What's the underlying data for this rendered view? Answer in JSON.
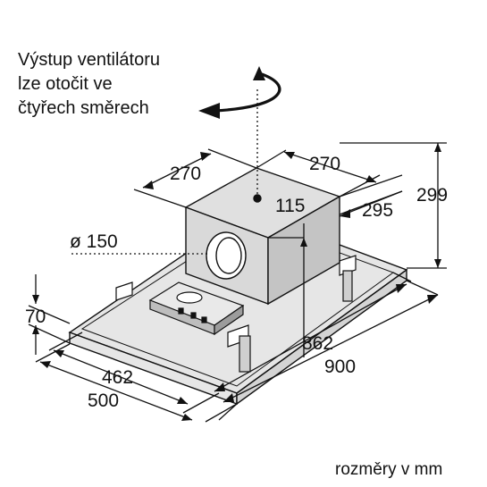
{
  "note": {
    "lines": [
      "Výstup ventilátoru",
      "lze otočit ve",
      "čtyřech směrech"
    ]
  },
  "dimensions": {
    "chimney_width": "270",
    "chimney_depth": "270",
    "chimney_height": "299",
    "chimney_offset": "295",
    "outlet_offset": "115",
    "outlet_diameter": "ø 150",
    "hood_height": "70",
    "inner_depth": "462",
    "outer_depth": "500",
    "inner_length": "862",
    "outer_length": "900"
  },
  "units_note": "rozměry v mm",
  "colors": {
    "body_fill": "#e6e6e6",
    "chimney_fill": "#d9d9d9",
    "line": "#111111",
    "hole": "#ffffff"
  }
}
